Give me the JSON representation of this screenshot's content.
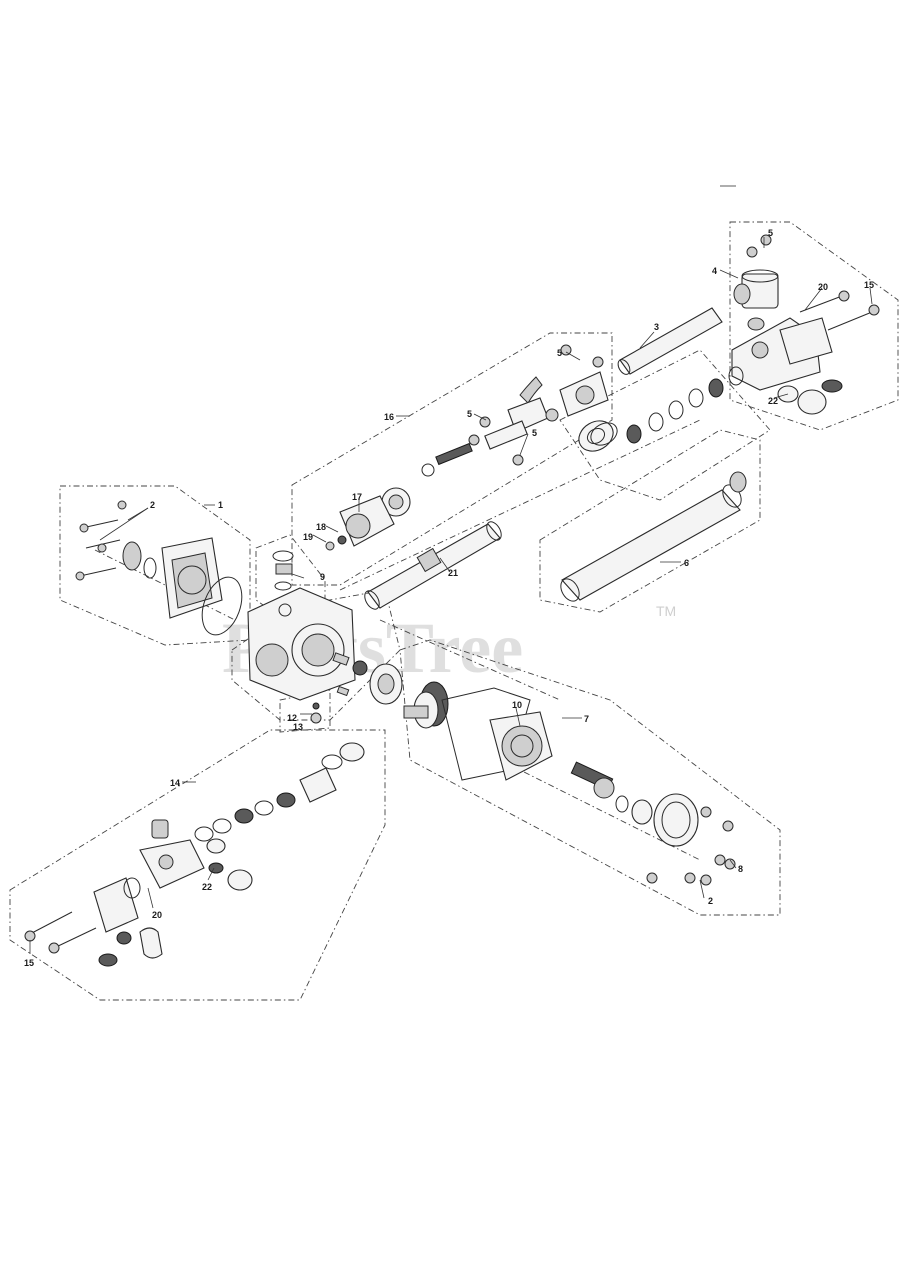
{
  "watermark": {
    "brand": "PartsTree",
    "mark": "TM"
  },
  "callouts": {
    "c1": "1",
    "c2a": "2",
    "c2b": "2",
    "c3": "3",
    "c4": "4",
    "c5a": "5",
    "c5b": "5",
    "c5c": "5",
    "c5d": "5",
    "c6": "6",
    "c7": "7",
    "c8": "8",
    "c9": "9",
    "c10": "10",
    "c12": "12",
    "c13": "13",
    "c14": "14",
    "c15a": "15",
    "c15b": "15",
    "c16": "16",
    "c17": "17",
    "c18": "18",
    "c19": "19",
    "c20a": "20",
    "c20b": "20",
    "c21": "21",
    "c22a": "22",
    "c22b": "22"
  }
}
